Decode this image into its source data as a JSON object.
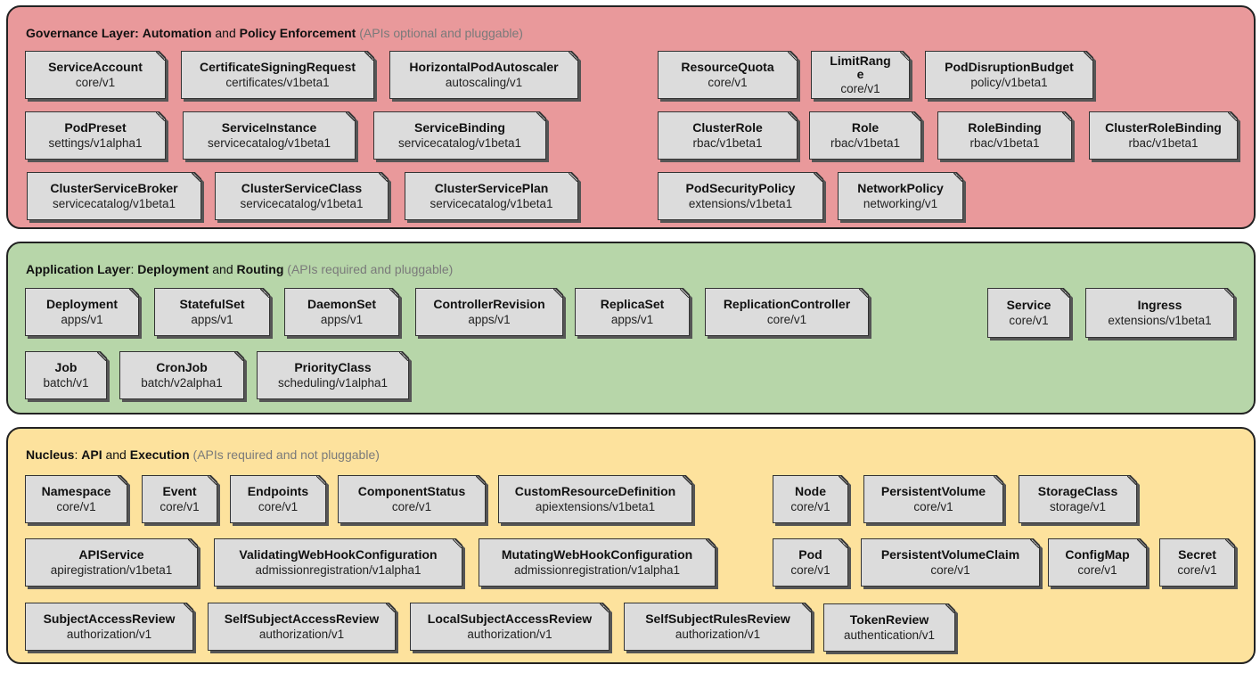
{
  "layers": {
    "governance": {
      "title_bold1": "Governance Layer:",
      "title_bold2": "Automation",
      "title_and": "and",
      "title_bold3": "Policy Enforcement",
      "note": "(APIs optional and pluggable)",
      "resources": [
        {
          "name": "ServiceAccount",
          "version": "core/v1"
        },
        {
          "name": "CertificateSigningRequest",
          "version": "certificates/v1beta1"
        },
        {
          "name": "HorizontalPodAutoscaler",
          "version": "autoscaling/v1"
        },
        {
          "name": "ResourceQuota",
          "version": "core/v1"
        },
        {
          "name": "LimitRang\ne",
          "version": "core/v1"
        },
        {
          "name": "PodDisruptionBudget",
          "version": "policy/v1beta1"
        },
        {
          "name": "PodPreset",
          "version": "settings/v1alpha1"
        },
        {
          "name": "ServiceInstance",
          "version": "servicecatalog/v1beta1"
        },
        {
          "name": "ServiceBinding",
          "version": "servicecatalog/v1beta1"
        },
        {
          "name": "ClusterRole",
          "version": "rbac/v1beta1"
        },
        {
          "name": "Role",
          "version": "rbac/v1beta1"
        },
        {
          "name": "RoleBinding",
          "version": "rbac/v1beta1"
        },
        {
          "name": "ClusterRoleBinding",
          "version": "rbac/v1beta1"
        },
        {
          "name": "ClusterServiceBroker",
          "version": "servicecatalog/v1beta1"
        },
        {
          "name": "ClusterServiceClass",
          "version": "servicecatalog/v1beta1"
        },
        {
          "name": "ClusterServicePlan",
          "version": "servicecatalog/v1beta1"
        },
        {
          "name": "PodSecurityPolicy",
          "version": "extensions/v1beta1"
        },
        {
          "name": "NetworkPolicy",
          "version": "networking/v1"
        }
      ]
    },
    "application": {
      "title_bold1": "Application Layer",
      "title_colon": ":",
      "title_bold2": "Deployment",
      "title_and": "and",
      "title_bold3": "Routing",
      "note": "(APIs required and pluggable)",
      "resources": [
        {
          "name": "Deployment",
          "version": "apps/v1"
        },
        {
          "name": "StatefulSet",
          "version": "apps/v1"
        },
        {
          "name": "DaemonSet",
          "version": "apps/v1"
        },
        {
          "name": "ControllerRevision",
          "version": "apps/v1"
        },
        {
          "name": "ReplicaSet",
          "version": "apps/v1"
        },
        {
          "name": "ReplicationController",
          "version": "core/v1"
        },
        {
          "name": "Service",
          "version": "core/v1"
        },
        {
          "name": "Ingress",
          "version": "extensions/v1beta1"
        },
        {
          "name": "Job",
          "version": "batch/v1"
        },
        {
          "name": "CronJob",
          "version": "batch/v2alpha1"
        },
        {
          "name": "PriorityClass",
          "version": "scheduling/v1alpha1"
        }
      ]
    },
    "nucleus": {
      "title_bold1": "Nucleus",
      "title_colon": ":",
      "title_bold2": "API",
      "title_and": "and",
      "title_bold3": "Execution",
      "note": "(APIs required and not pluggable)",
      "resources": [
        {
          "name": "Namespace",
          "version": "core/v1"
        },
        {
          "name": "Event",
          "version": "core/v1"
        },
        {
          "name": "Endpoints",
          "version": "core/v1"
        },
        {
          "name": "ComponentStatus",
          "version": "core/v1"
        },
        {
          "name": "CustomResourceDefinition",
          "version": "apiextensions/v1beta1"
        },
        {
          "name": "Node",
          "version": "core/v1"
        },
        {
          "name": "PersistentVolume",
          "version": "core/v1"
        },
        {
          "name": "StorageClass",
          "version": "storage/v1"
        },
        {
          "name": "APIService",
          "version": "apiregistration/v1beta1"
        },
        {
          "name": "ValidatingWebHookConfiguration",
          "version": "admissionregistration/v1alpha1"
        },
        {
          "name": "MutatingWebHookConfiguration",
          "version": "admissionregistration/v1alpha1"
        },
        {
          "name": "Pod",
          "version": "core/v1"
        },
        {
          "name": "PersistentVolumeClaim",
          "version": "core/v1"
        },
        {
          "name": "ConfigMap",
          "version": "core/v1"
        },
        {
          "name": "Secret",
          "version": "core/v1"
        },
        {
          "name": "SubjectAccessReview",
          "version": "authorization/v1"
        },
        {
          "name": "SelfSubjectAccessReview",
          "version": "authorization/v1"
        },
        {
          "name": "LocalSubjectAccessReview",
          "version": "authorization/v1"
        },
        {
          "name": "SelfSubjectRulesReview",
          "version": "authorization/v1"
        },
        {
          "name": "TokenReview",
          "version": "authentication/v1"
        }
      ]
    }
  },
  "colors": {
    "governance_bg": "#e9999b",
    "application_bg": "#b7d6a9",
    "nucleus_bg": "#fde29d",
    "box_bg": "#dcdcdc",
    "note_text": "#7a7a7a"
  }
}
